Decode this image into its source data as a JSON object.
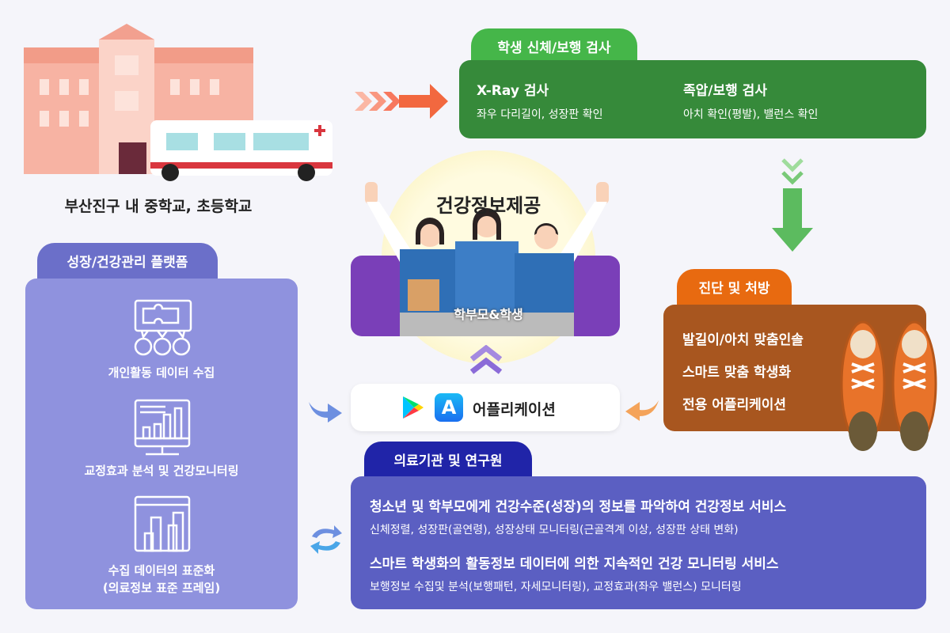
{
  "school": {
    "caption": "부산진구 내 중학교, 초등학교"
  },
  "exam": {
    "tab": "학생 신체/보행 검사",
    "items": [
      {
        "title": "X-Ray 검사",
        "desc": "좌우 다리길이, 성장판 확인"
      },
      {
        "title": "족압/보행 검사",
        "desc": "아치 확인(평발), 밸런스 확인"
      }
    ]
  },
  "center": {
    "title": "건강정보제공",
    "label": "학부모&학생",
    "app": "어플리케이션"
  },
  "diagnosis": {
    "tab": "진단 및 처방",
    "items": [
      "발길이/아치 맞춤인솔",
      "스마트 맞춤 학생화",
      "전용 어플리케이션"
    ]
  },
  "platform": {
    "tab": "성장/건강관리 플랫폼",
    "items": [
      {
        "icon": "puzzle-users-icon",
        "label": "개인활동 데이터 수집"
      },
      {
        "icon": "monitor-chart-icon",
        "label": "교정효과 분석 및 건강모니터링"
      },
      {
        "icon": "browser-chart-icon",
        "label": "수집 데이터의 표준화",
        "sub": "(의료정보 표준 프레임)"
      }
    ]
  },
  "medical": {
    "tab": "의료기관 및 연구원",
    "items": [
      {
        "title": "청소년 및 학부모에게 건강수준(성장)의 정보를 파악하여 건강정보 서비스",
        "desc": "신체정렬, 성장판(골연령), 성장상태 모니터링(근골격계 이상, 성장판 상태 변화)"
      },
      {
        "title": "스마트 학생화의 활동정보 데이터에 의한 지속적인 건강 모니터링 서비스",
        "desc": "보행정보 수집및 분석(보행패턴, 자세모니터링), 교정효과(좌우 밸런스) 모니터링"
      }
    ]
  },
  "colors": {
    "green_tab": "#45b649",
    "green_box": "#368a3a",
    "orange_tab": "#e86a10",
    "brown_box": "#a8561f",
    "purple_tab": "#6b6fc9",
    "purple_box": "#8f92de",
    "navy_tab": "#2024a8",
    "blue_box": "#5b5fc2"
  }
}
